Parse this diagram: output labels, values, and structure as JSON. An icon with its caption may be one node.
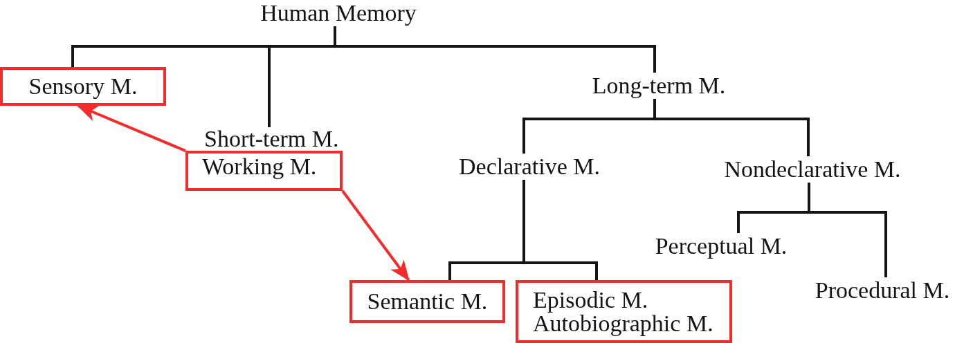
{
  "diagram": {
    "nodes": [
      {
        "text": [
          "Human Memory"
        ]
      },
      {
        "text": [
          "Sensory M."
        ]
      },
      {
        "text": [
          "Long-term M."
        ]
      },
      {
        "text": [
          "Short-term M.",
          "Working M."
        ]
      },
      {
        "text": [
          "Declarative M."
        ]
      },
      {
        "text": [
          "Nondeclarative M."
        ]
      },
      {
        "text": [
          "Perceptual M."
        ]
      },
      {
        "text": [
          "Semantic M."
        ]
      },
      {
        "text": [
          "Episodic M.",
          "Autobiographic M."
        ]
      },
      {
        "text": [
          "Procedural M."
        ]
      }
    ],
    "edges": [
      {
        "from": 0,
        "to": 1,
        "arrow": "none"
      },
      {
        "from": 0,
        "to": 3,
        "arrow": "none"
      },
      {
        "from": 0,
        "to": 2,
        "arrow": "none"
      },
      {
        "from": 2,
        "to": 4,
        "arrow": "none"
      },
      {
        "from": 2,
        "to": 5,
        "arrow": "none"
      },
      {
        "from": 4,
        "to": 7,
        "arrow": "none"
      },
      {
        "from": 4,
        "to": 8,
        "arrow": "none"
      },
      {
        "from": 5,
        "to": 6,
        "arrow": "none"
      },
      {
        "from": 5,
        "to": 9,
        "arrow": "none"
      },
      {
        "from": 3,
        "to": 1,
        "arrow": "to",
        "color": "#f42b2b"
      },
      {
        "from": 3,
        "to": 7,
        "arrow": "to",
        "color": "#f42b2b"
      }
    ]
  }
}
